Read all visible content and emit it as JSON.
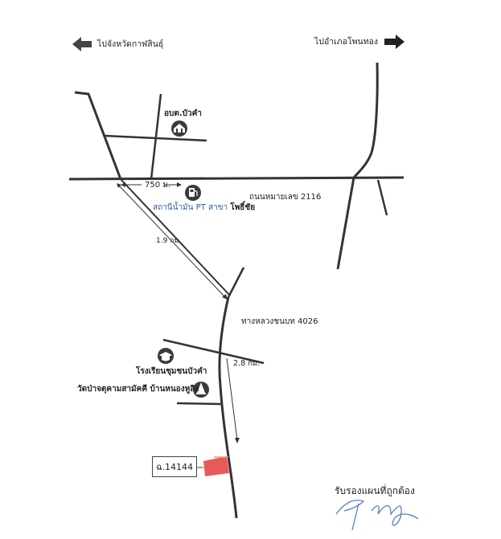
{
  "directions": {
    "left": "ไปจังหวัดกาฬสินธุ์",
    "right": "ไปอำเภอโพนทอง"
  },
  "landmarks": {
    "sao": "อบต.บัวคำ",
    "gas_station": "สถานีน้ำมัน PT สาขา",
    "gas_station_branch": "โพธิ์ชัย",
    "school": "โรงเรียนชุมชนบัวคำ",
    "temple": "วัดป่าจตุคามสามัคคี บ้านหนองหูลิง"
  },
  "roads": {
    "highway": "ถนนหมายเลข 2116",
    "rural_road": "ทางหลวงชนบท 4026"
  },
  "distances": {
    "to_gas_station": "750 ม.",
    "diagonal": "1.9 กม.",
    "to_plot": "2.8 กม."
  },
  "plot": {
    "deed_no": "ฉ.14144",
    "color": "#e85a5a"
  },
  "certification": {
    "text": "รับรองแผนที่ถูกต้อง"
  },
  "icons": {
    "sao": "government-building-icon",
    "gas_station": "fuel-pump-icon",
    "school": "graduation-cap-icon",
    "temple": "temple-icon"
  },
  "colors": {
    "road": "#333333",
    "icon_bg": "#3a3a3a",
    "signature": "#5a7fc4"
  }
}
